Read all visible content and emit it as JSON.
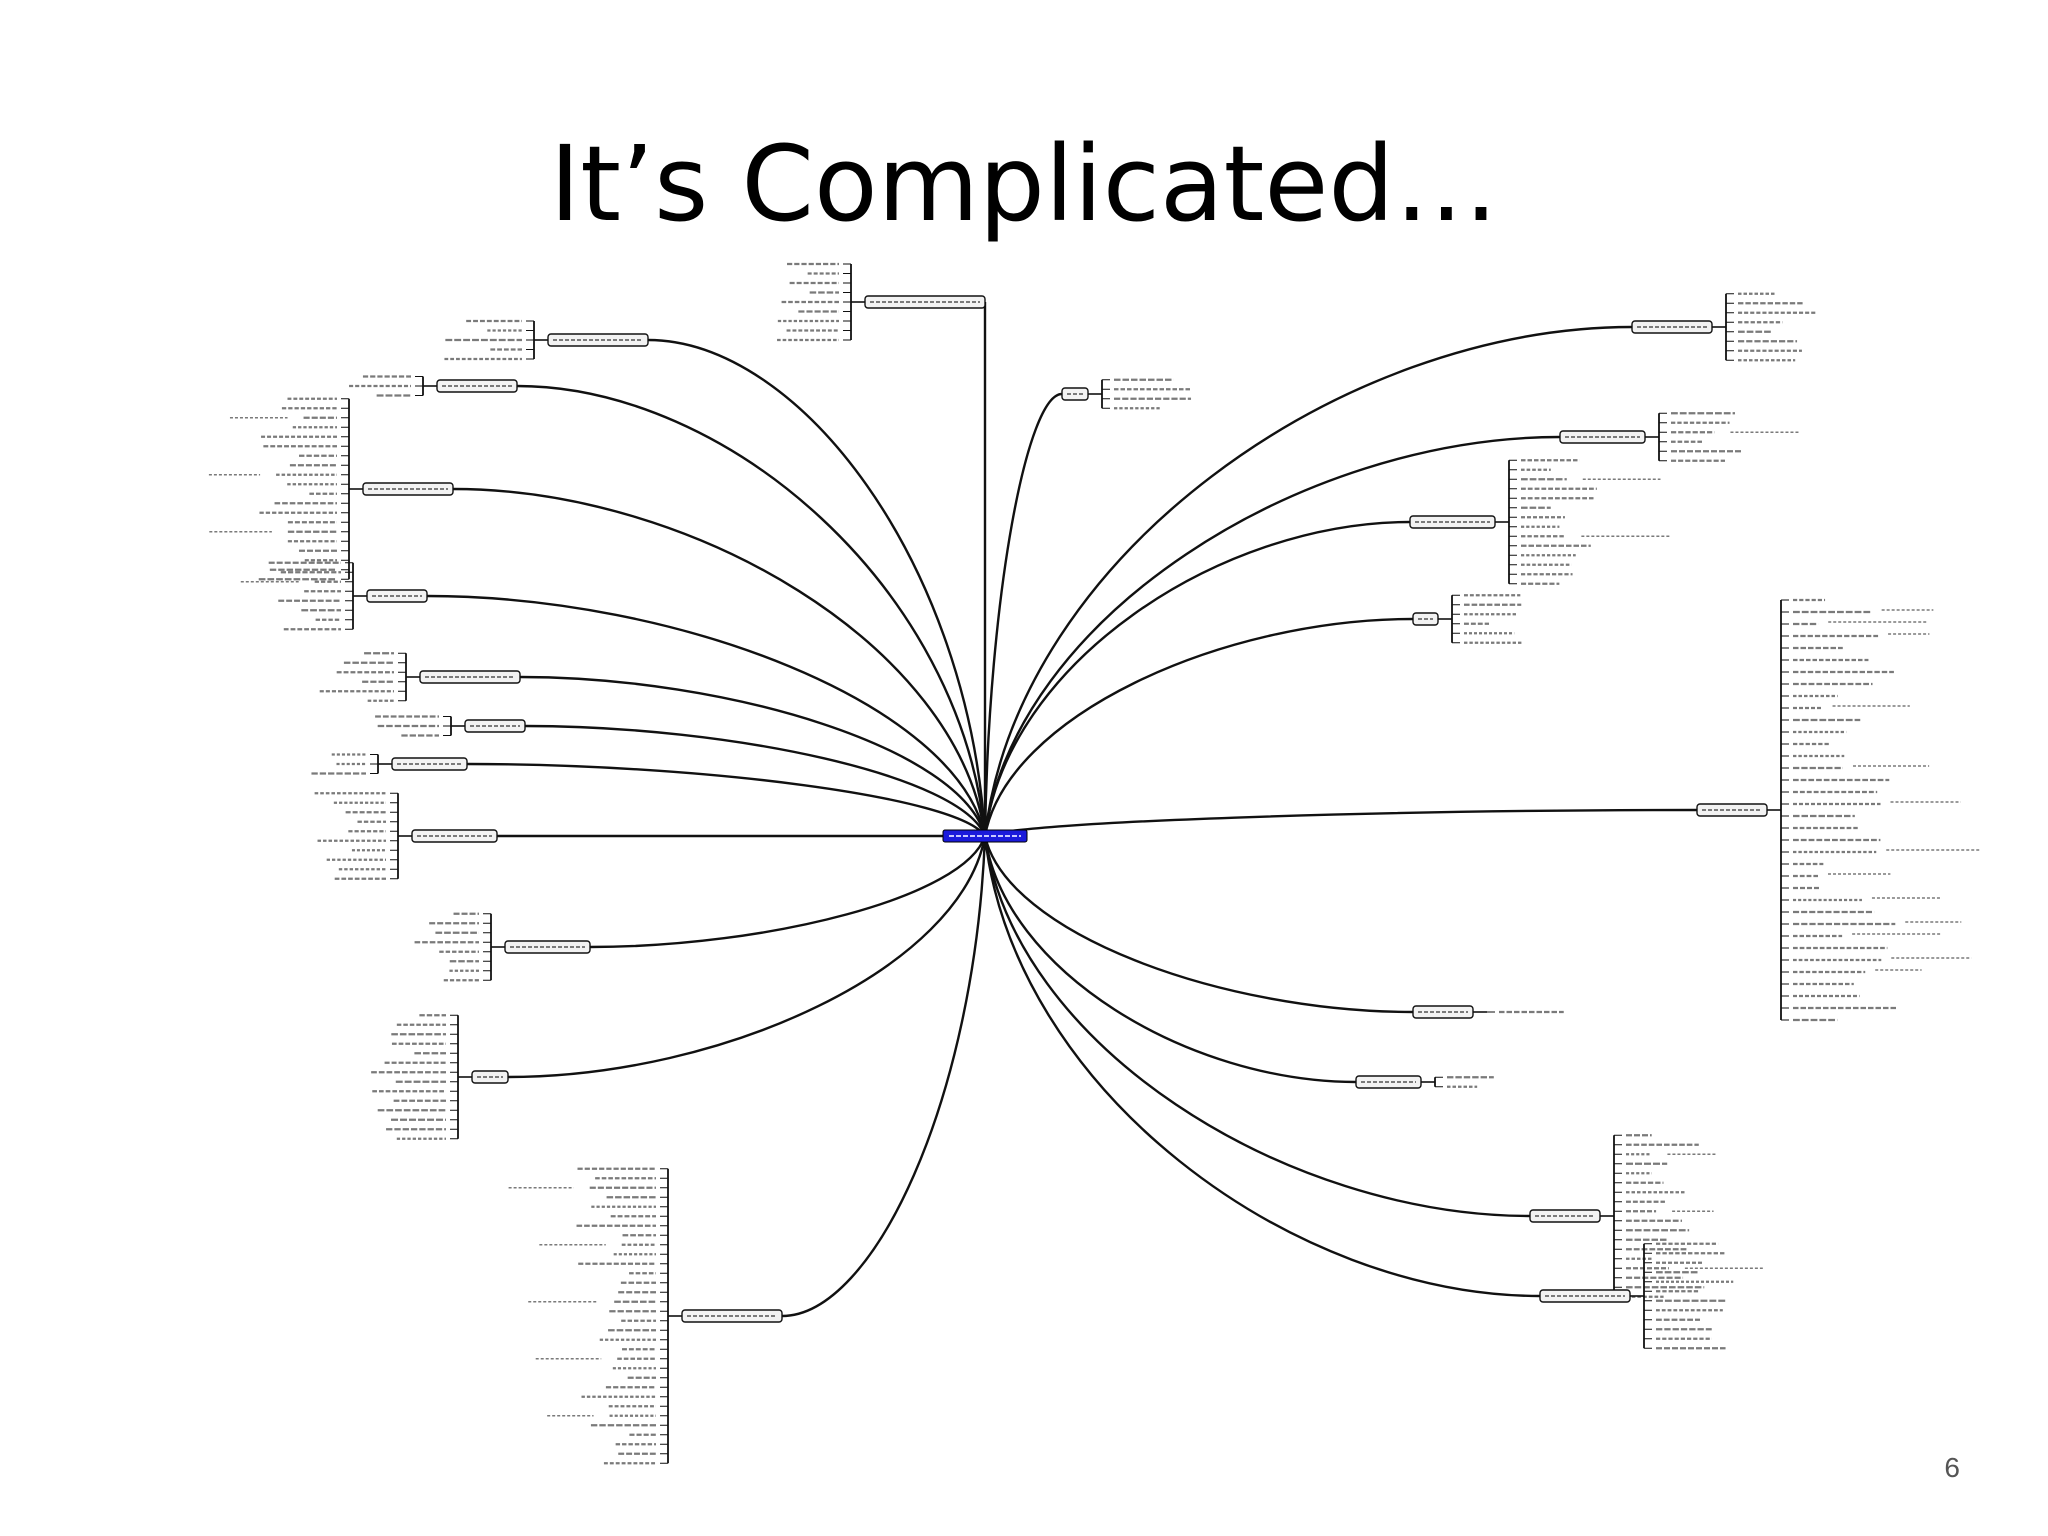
{
  "slide": {
    "title": "It’s Complicated…",
    "page_number": "6"
  },
  "mindmap": {
    "root": "",
    "branch_count": 22,
    "colors": {
      "line": "#111111",
      "root_fill": "#1a1adb",
      "node_fill": "#f2f2f2",
      "scribble": "#7a7a7a"
    }
  }
}
